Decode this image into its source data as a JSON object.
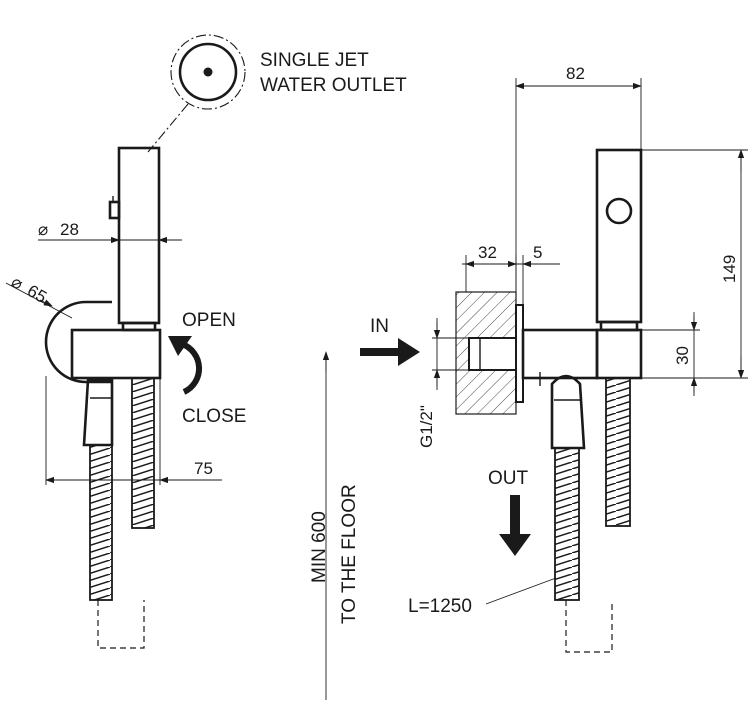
{
  "labels": {
    "outlet_line1": "SINGLE JET",
    "outlet_line2": "WATER OUTLET",
    "open": "OPEN",
    "close": "CLOSE",
    "in": "IN",
    "out": "OUT",
    "floor_line1": "MIN 600",
    "floor_line2": "TO THE FLOOR",
    "hose_length": "L=1250",
    "thread": "G1/2\""
  },
  "dimensions": {
    "diameter_28": "28",
    "diameter_65": "65",
    "width_75": "75",
    "width_82": "82",
    "depth_32": "32",
    "depth_5": "5",
    "height_149": "149",
    "height_30": "30"
  },
  "symbols": {
    "diameter": "⌀"
  }
}
